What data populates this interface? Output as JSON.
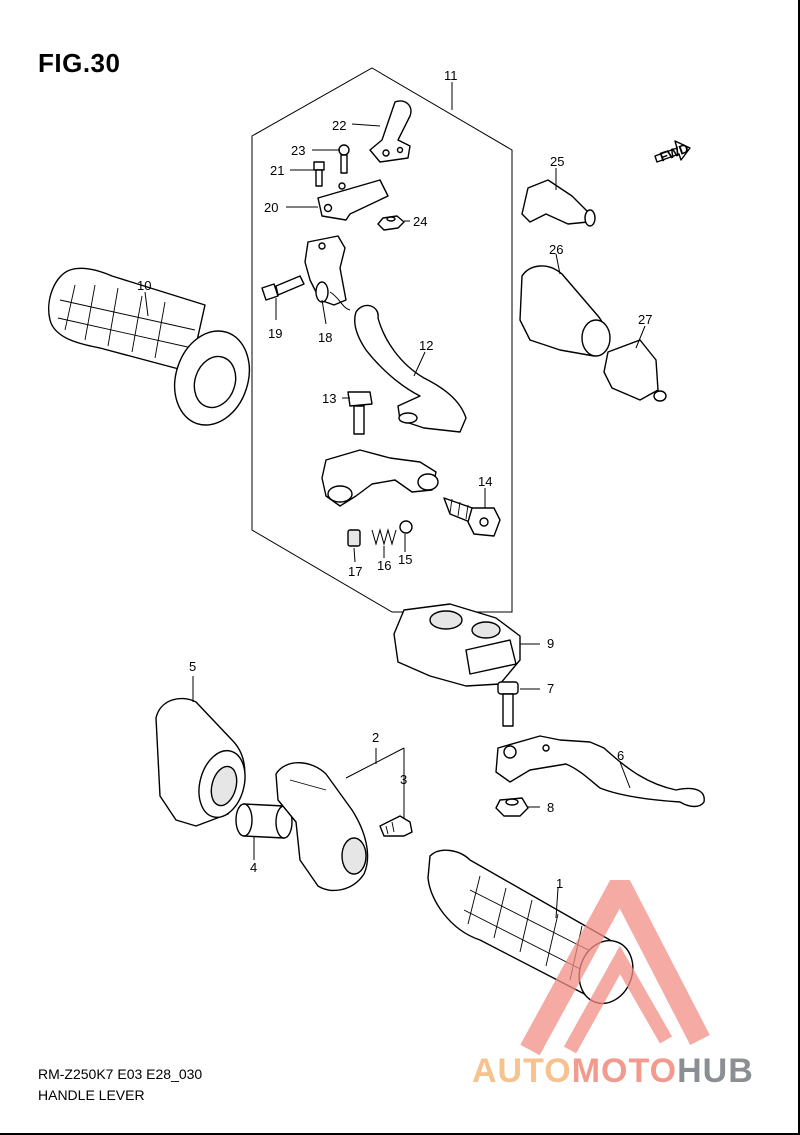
{
  "figure": {
    "title": "FIG.30",
    "model_code": "RM-Z250K7 E03 E28_030",
    "caption": "HANDLE LEVER"
  },
  "fwd_label": "FWD",
  "callouts": [
    "1",
    "2",
    "3",
    "4",
    "5",
    "6",
    "7",
    "8",
    "9",
    "10",
    "11",
    "12",
    "13",
    "14",
    "15",
    "16",
    "17",
    "18",
    "19",
    "20",
    "21",
    "22",
    "23",
    "24",
    "25",
    "26",
    "27"
  ],
  "watermark": {
    "part1": "AUTO",
    "part2": "MOTO",
    "part3": "HUB",
    "colors": {
      "auto": "#f7c28e",
      "moto": "#f39a8f",
      "hub": "#8b8f93",
      "triangle": "#f28d86"
    }
  }
}
